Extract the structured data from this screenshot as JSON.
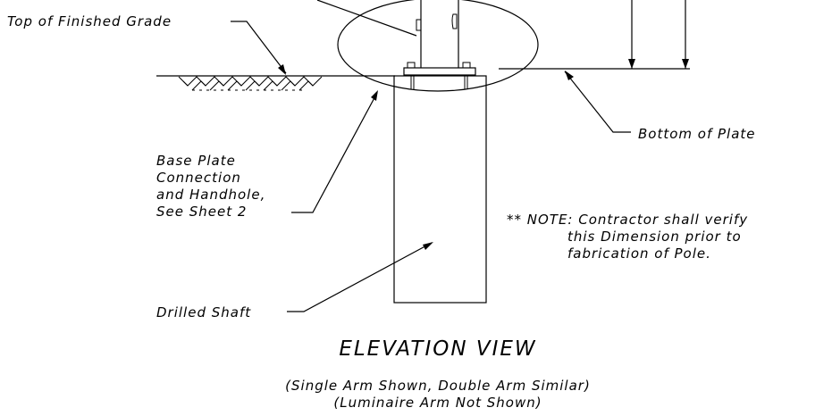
{
  "labels": {
    "top_grade": "Top of Finished Grade",
    "bottom_plate": "Bottom of Plate",
    "base_plate": [
      "Base Plate",
      "Connection",
      "and Handhole,",
      "See Sheet 2"
    ],
    "note": [
      "** NOTE: Contractor shall verify",
      "this Dimension prior to",
      "fabrication of Pole."
    ],
    "drilled_shaft": "Drilled Shaft",
    "view_title": "ELEVATION VIEW",
    "caption": [
      "(Single Arm Shown, Double Arm Similar)",
      "(Luminaire Arm Not Shown)"
    ]
  }
}
